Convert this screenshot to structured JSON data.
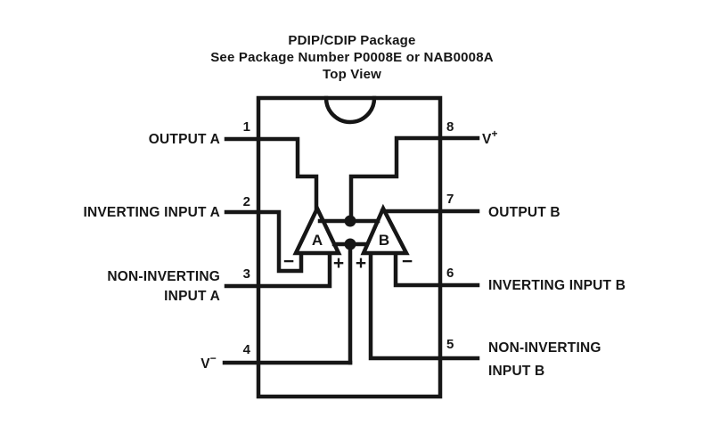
{
  "figure": {
    "title": "PDIP/CDIP Package",
    "subtitle": "See Package Number P0008E or NAB0008A",
    "view": "Top View"
  },
  "package": {
    "pins_left": [
      {
        "number": "1",
        "name": "OUTPUT A"
      },
      {
        "number": "2",
        "name": "INVERTING INPUT A"
      },
      {
        "number": "3",
        "name_line1": "NON-INVERTING",
        "name_line2": "INPUT A"
      },
      {
        "number": "4",
        "name": "V",
        "superscript": "−"
      }
    ],
    "pins_right": [
      {
        "number": "8",
        "name": "V",
        "superscript": "+"
      },
      {
        "number": "7",
        "name": "OUTPUT B"
      },
      {
        "number": "6",
        "name": "INVERTING INPUT B"
      },
      {
        "number": "5",
        "name_line1": "NON-INVERTING",
        "name_line2": "INPUT B"
      }
    ]
  },
  "opamps": [
    {
      "label": "A",
      "inverting_sign": "−",
      "non_inverting_sign": "+"
    },
    {
      "label": "B",
      "inverting_sign": "−",
      "non_inverting_sign": "+"
    }
  ],
  "colors": {
    "ink": "#161616",
    "background": "#ffffff"
  }
}
